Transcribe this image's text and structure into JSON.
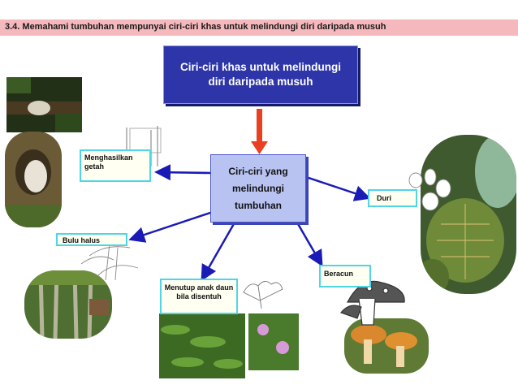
{
  "header": {
    "title": "3.4. Memahami tumbuhan mempunyai ciri-ciri khas untuk melindungi diri daripada musuh"
  },
  "topic": {
    "label": "Ciri-ciri khas untuk melindungi diri daripada musuh"
  },
  "center": {
    "label": "Ciri-ciri yang melindungi tumbuhan"
  },
  "features": [
    {
      "label": "Menghasilkan getah"
    },
    {
      "label": "Duri"
    },
    {
      "label": "Bulu halus"
    },
    {
      "label": "Menutup anak daun bila disentuh"
    },
    {
      "label": "Beracun"
    }
  ],
  "colors": {
    "header_bg": "#f5b8bd",
    "topic_bg": "#2d35a8",
    "center_bg": "#b9c3f2",
    "arrow_red": "#e84020",
    "arrow_blue": "#1a1ab5",
    "label_border": "#4fd6e6"
  },
  "images": [
    {
      "name": "rubber-tree-photo"
    },
    {
      "name": "cactus-photo"
    },
    {
      "name": "bamboo-photo"
    },
    {
      "name": "mimosa-photo"
    },
    {
      "name": "mushroom-photo"
    }
  ]
}
